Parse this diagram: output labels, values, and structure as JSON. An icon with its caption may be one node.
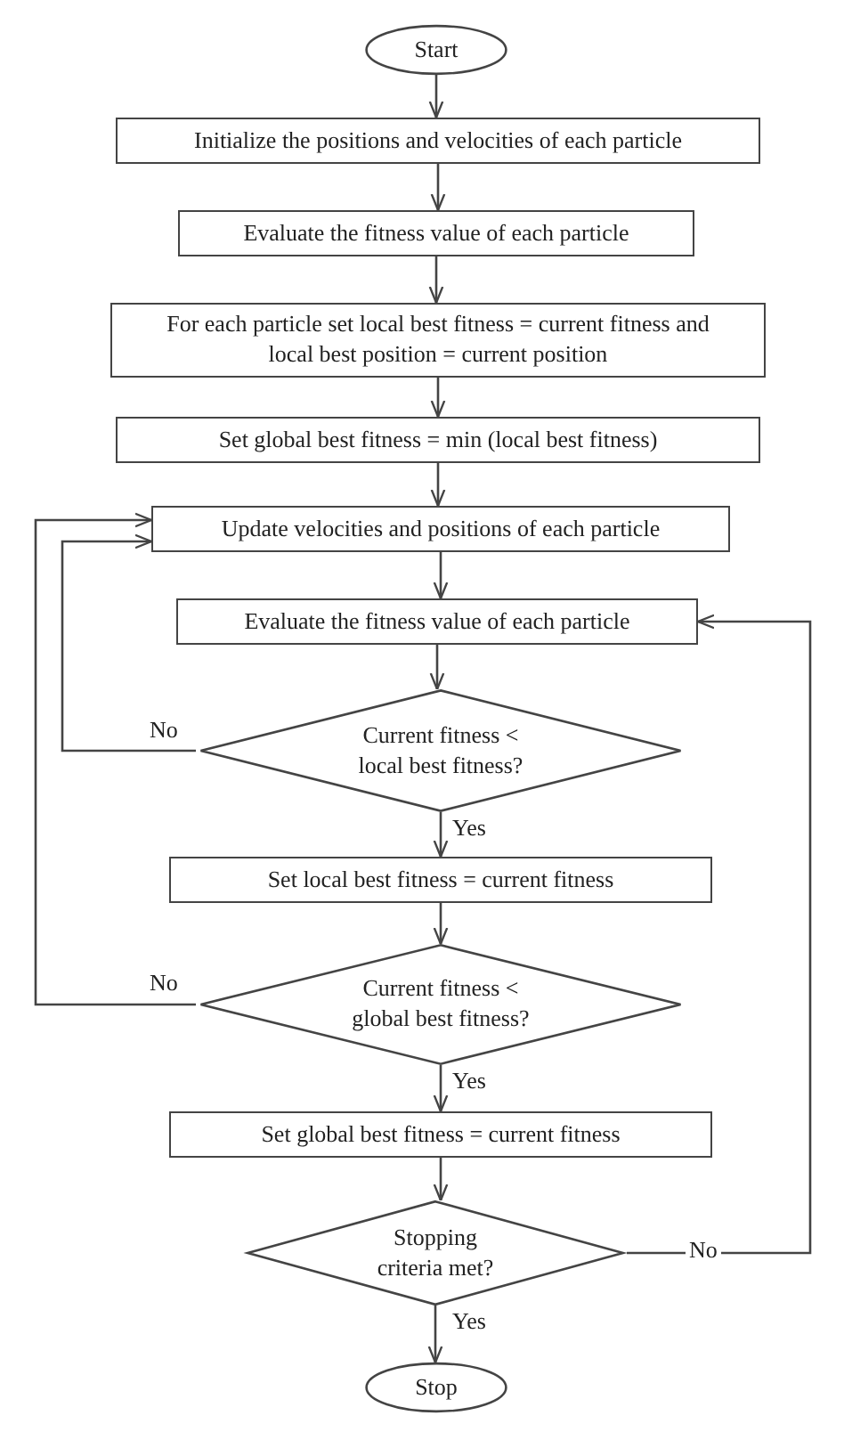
{
  "diagram": {
    "nodes": [
      {
        "text": [
          "Start"
        ]
      },
      {
        "text": [
          "Initialize the positions and velocities of each particle"
        ]
      },
      {
        "text": [
          "Evaluate the fitness value of each particle"
        ]
      },
      {
        "text": [
          "For each particle set local best fitness = current fitness and local best position = current position"
        ]
      },
      {
        "text": [
          "Set global best fitness = min (local best fitness)"
        ]
      },
      {
        "text": [
          "Update velocities and positions of each particle"
        ]
      },
      {
        "text": [
          "Evaluate the fitness value of each particle"
        ]
      },
      {
        "text": [
          "Current fitness < local best fitness?"
        ]
      },
      {
        "text": [
          "Set local best fitness = current fitness"
        ]
      },
      {
        "text": [
          "Current fitness < global best fitness?"
        ]
      },
      {
        "text": [
          "Set global best fitness = current fitness"
        ]
      },
      {
        "text": [
          "Stopping criteria met?"
        ]
      },
      {
        "text": [
          "Stop"
        ]
      }
    ],
    "edges": [
      {
        "from": 0,
        "to": 1,
        "arrow": "to"
      },
      {
        "from": 1,
        "to": 2,
        "arrow": "to"
      },
      {
        "from": 2,
        "to": 3,
        "arrow": "to"
      },
      {
        "from": 3,
        "to": 4,
        "arrow": "to"
      },
      {
        "from": 4,
        "to": 5,
        "arrow": "to"
      },
      {
        "from": 5,
        "to": 6,
        "arrow": "to"
      },
      {
        "from": 6,
        "to": 7,
        "arrow": "to"
      },
      {
        "from": 7,
        "to": 8,
        "label": "Yes",
        "arrow": "to"
      },
      {
        "from": 7,
        "to": 5,
        "label": "No",
        "arrow": "to"
      },
      {
        "from": 8,
        "to": 9,
        "arrow": "to"
      },
      {
        "from": 9,
        "to": 10,
        "label": "Yes",
        "arrow": "to"
      },
      {
        "from": 9,
        "to": 5,
        "label": "No",
        "arrow": "to"
      },
      {
        "from": 10,
        "to": 11,
        "arrow": "to"
      },
      {
        "from": 11,
        "to": 12,
        "label": "Yes",
        "arrow": "to"
      },
      {
        "from": 11,
        "to": 6,
        "label": "No",
        "arrow": "to"
      }
    ]
  }
}
